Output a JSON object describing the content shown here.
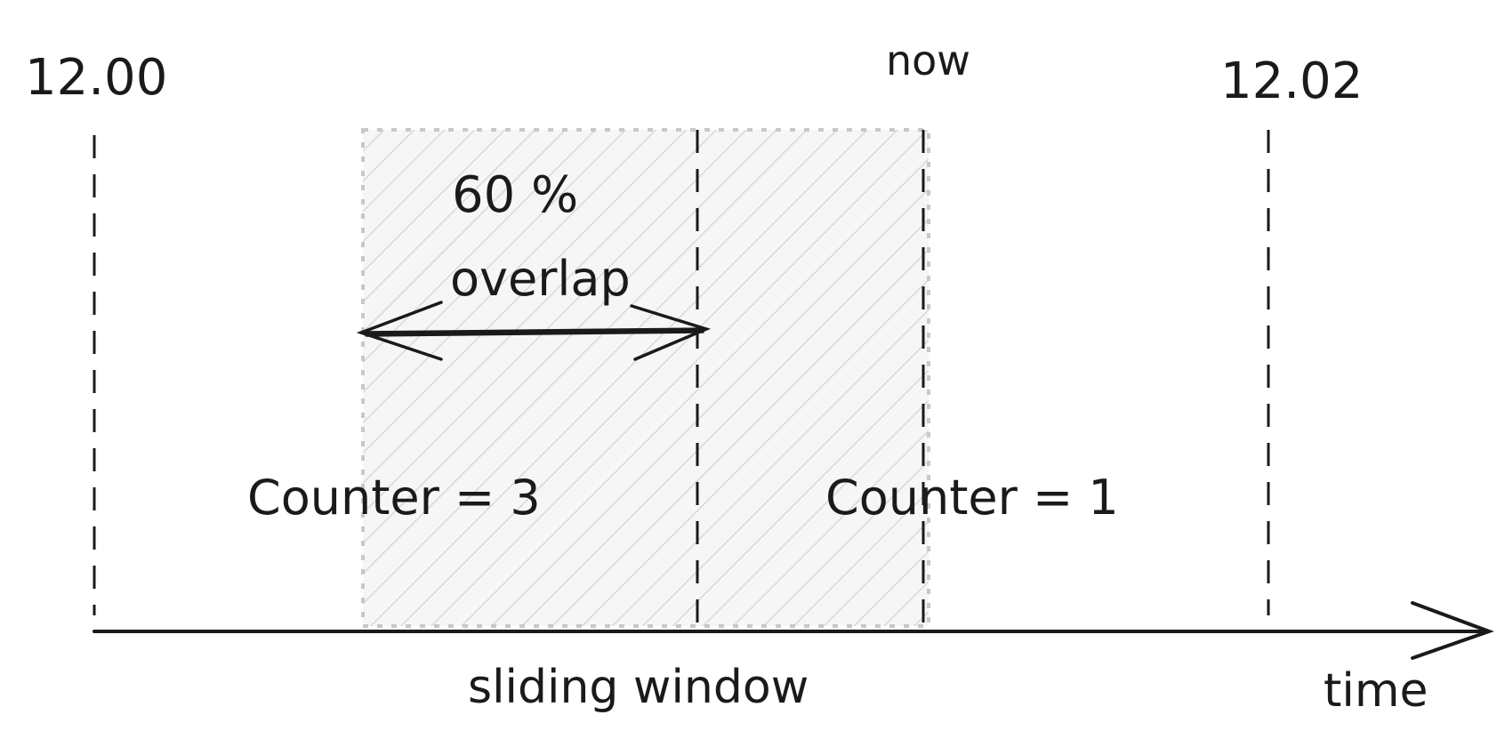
{
  "labels": {
    "time_start": "12.00",
    "time_now": "now",
    "time_end": "12.02",
    "overlap_percent": "60 %",
    "overlap_word": "overlap",
    "counter_previous": "Counter = 3",
    "counter_current": "Counter = 1",
    "window_caption": "sliding window",
    "axis_label": "time"
  },
  "colors": {
    "ink": "#1a1a1a",
    "window_fill": "#f4f4f4",
    "window_border": "#c8c8c8",
    "hatch": "#d2d2d2"
  },
  "icons": {
    "overlap_arrow": "double-headed-arrow-icon",
    "time_arrow": "arrow-right-icon"
  }
}
